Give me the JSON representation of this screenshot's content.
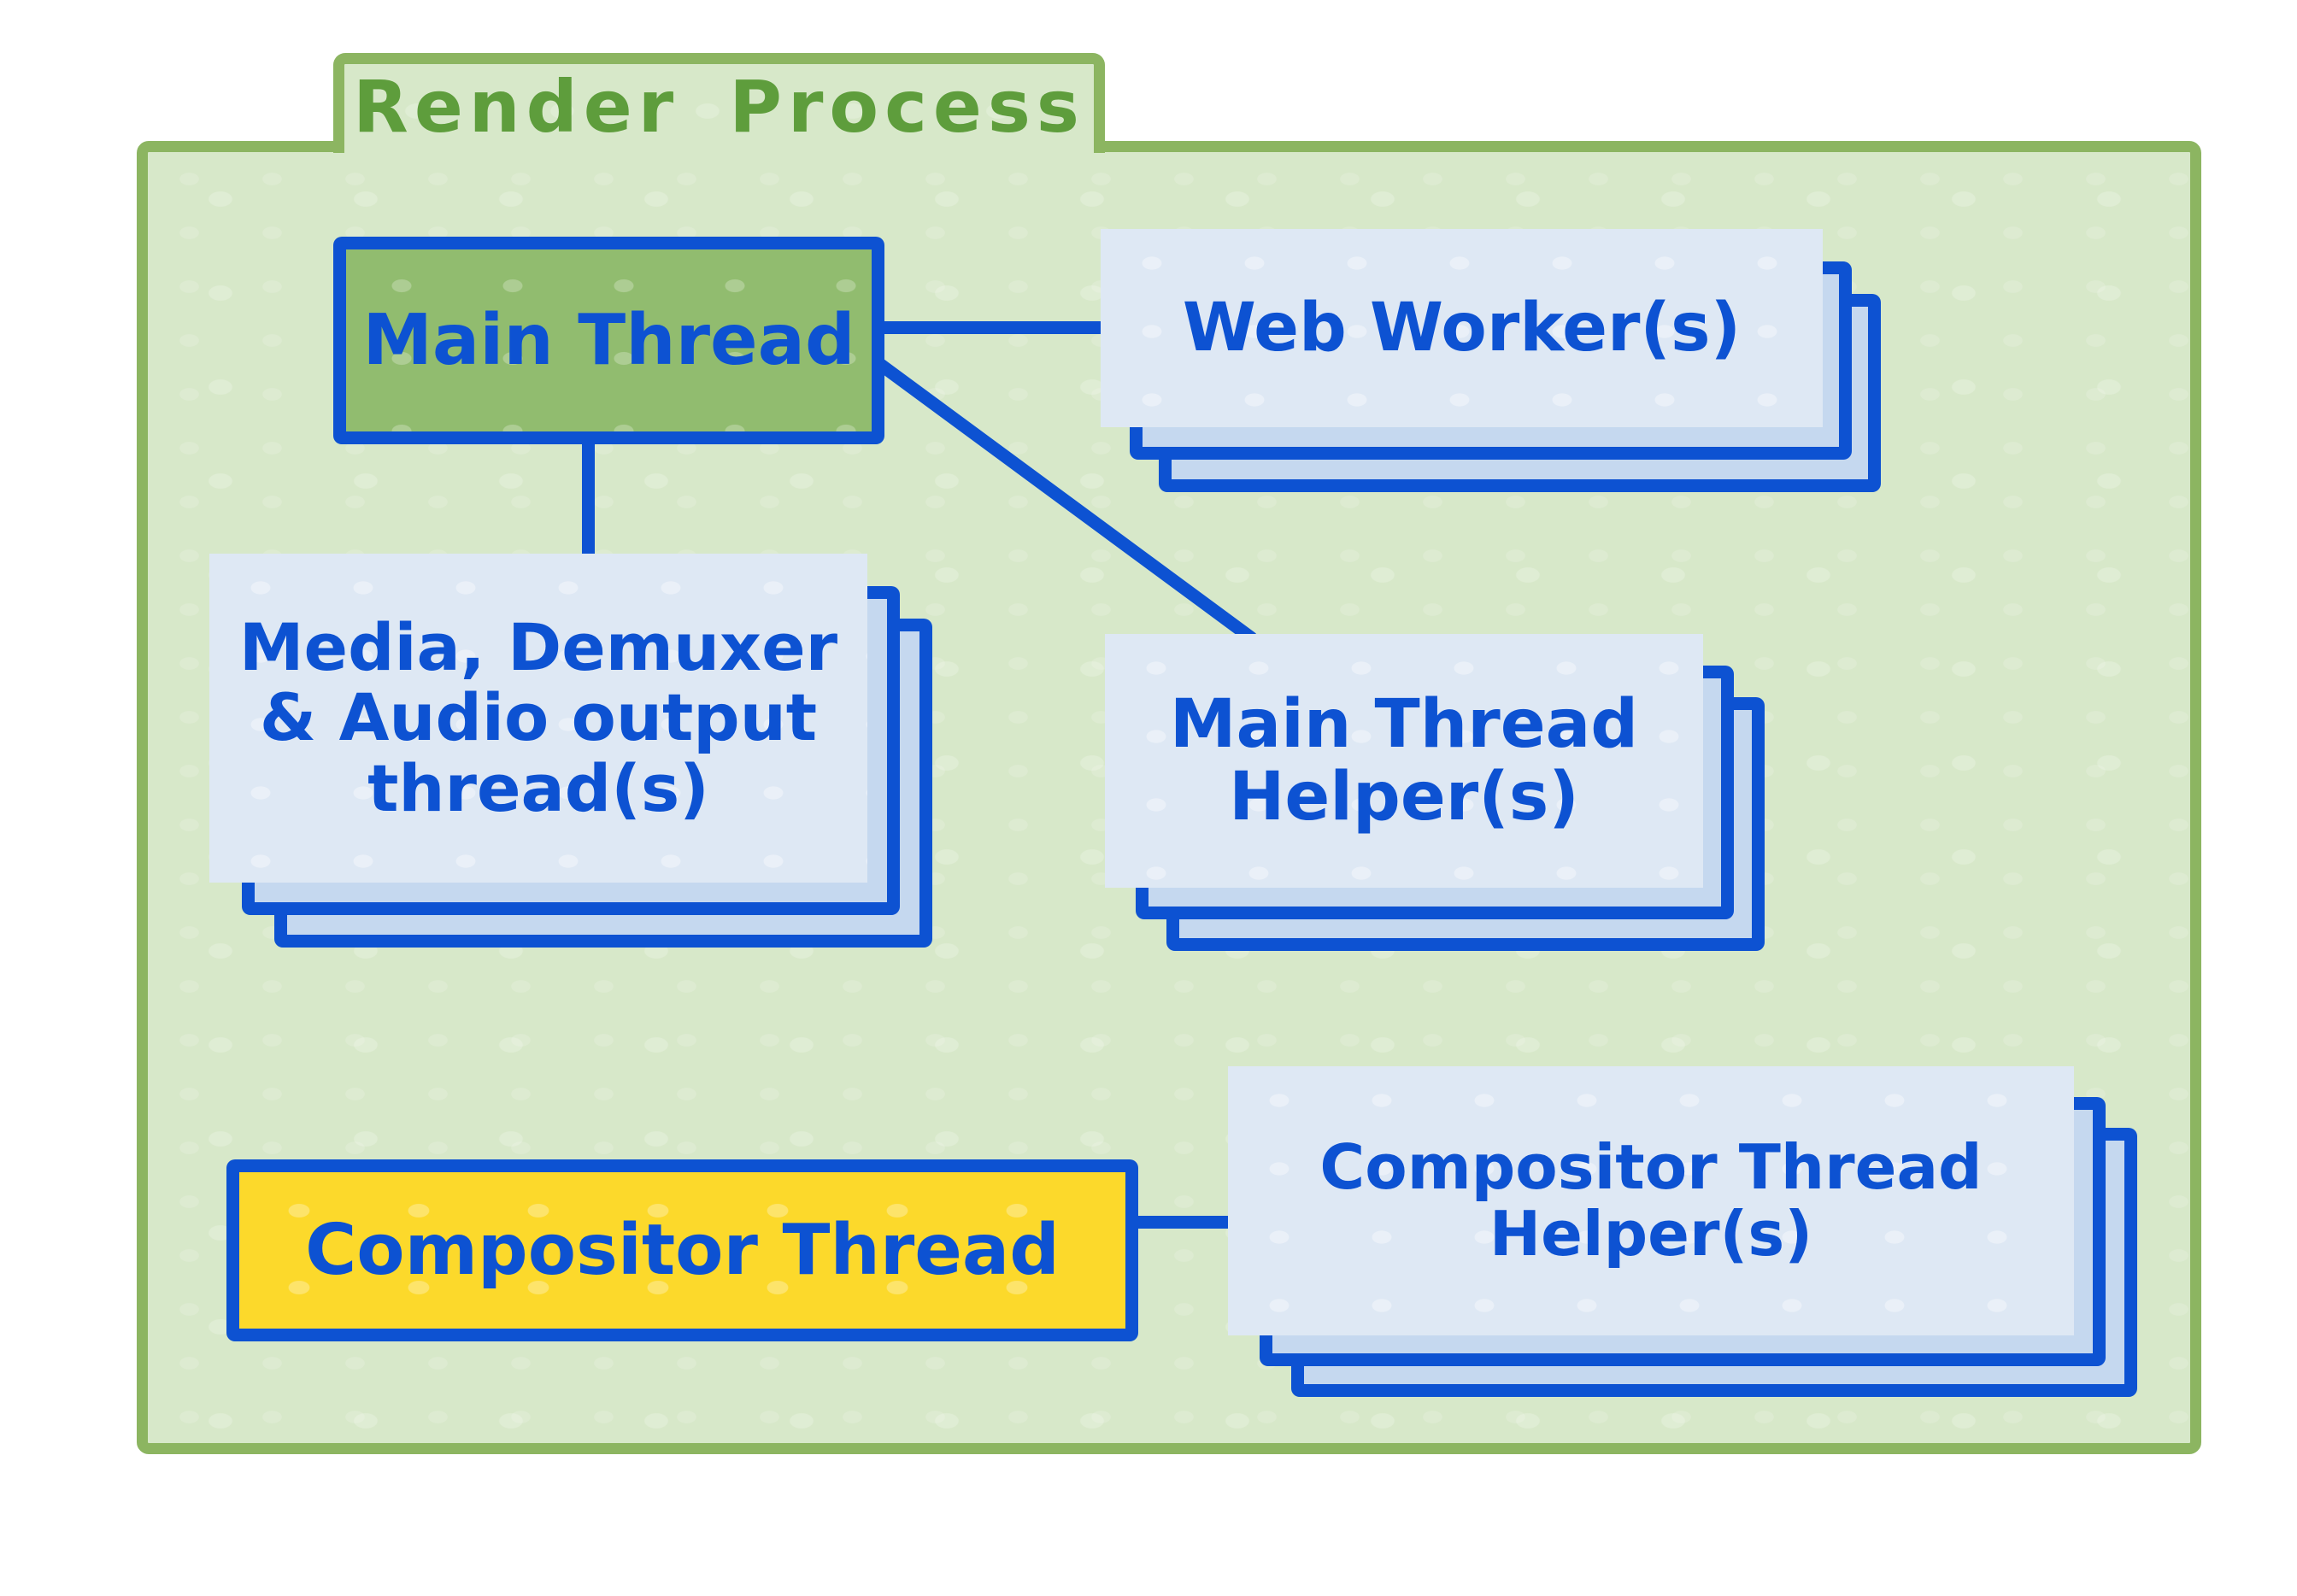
{
  "diagram": {
    "title": "Render Process",
    "type": "process-thread-diagram",
    "nodes": {
      "main_thread": {
        "label": "Main Thread",
        "kind": "single",
        "fill": "green"
      },
      "web_workers": {
        "label": "Web Worker(s)",
        "kind": "stack-of-3",
        "fill": "light-blue"
      },
      "media_threads": {
        "lines": [
          "Media, Demuxer",
          "& Audio output",
          "thread(s)"
        ],
        "kind": "stack-of-3",
        "fill": "light-blue"
      },
      "main_thread_helpers": {
        "lines": [
          "Main Thread",
          "Helper(s)"
        ],
        "kind": "stack-of-3",
        "fill": "light-blue"
      },
      "compositor_thread": {
        "label": "Compositor Thread",
        "kind": "single",
        "fill": "yellow"
      },
      "compositor_thread_helpers": {
        "lines": [
          "Compositor Thread",
          "Helper(s)"
        ],
        "kind": "stack-of-3",
        "fill": "light-blue"
      }
    },
    "edges": [
      {
        "from": "main_thread",
        "to": "web_workers"
      },
      {
        "from": "main_thread",
        "to": "media_threads"
      },
      {
        "from": "main_thread",
        "to": "main_thread_helpers"
      },
      {
        "from": "compositor_thread",
        "to": "compositor_thread_helpers"
      }
    ],
    "colors": {
      "page_background": "#ffffff",
      "folder_border": "#8cb561",
      "folder_fill": "#d7e8c9",
      "title_text": "#5e9d3c",
      "node_border": "#0d52d2",
      "node_text": "#0d52d2",
      "main_thread_fill": "#91bc6f",
      "compositor_thread_fill": "#fcd92b",
      "card_front_fill": "#dee8f4",
      "card_back_fill": "#c5d8ef"
    }
  }
}
